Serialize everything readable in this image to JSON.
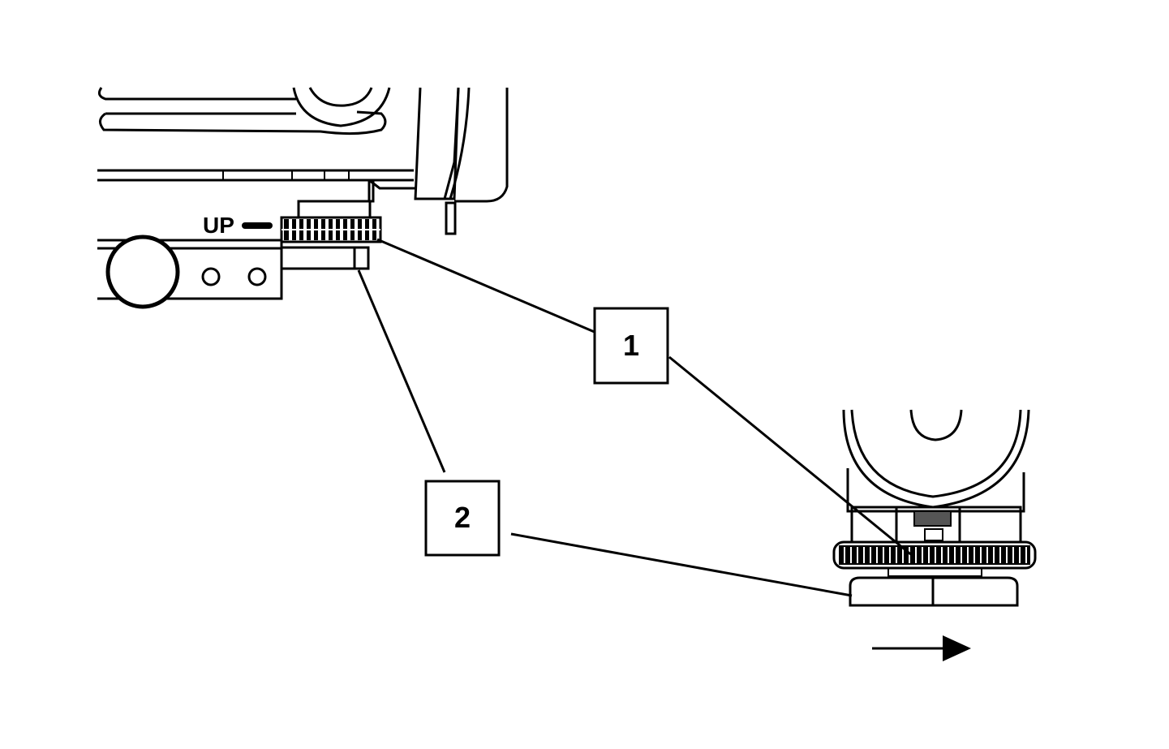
{
  "diagram": {
    "up_label": "UP",
    "callouts": [
      {
        "id": "1",
        "text": "1"
      },
      {
        "id": "2",
        "text": "2"
      }
    ]
  },
  "icons": {
    "direction_arrow": "arrow-right-icon"
  }
}
